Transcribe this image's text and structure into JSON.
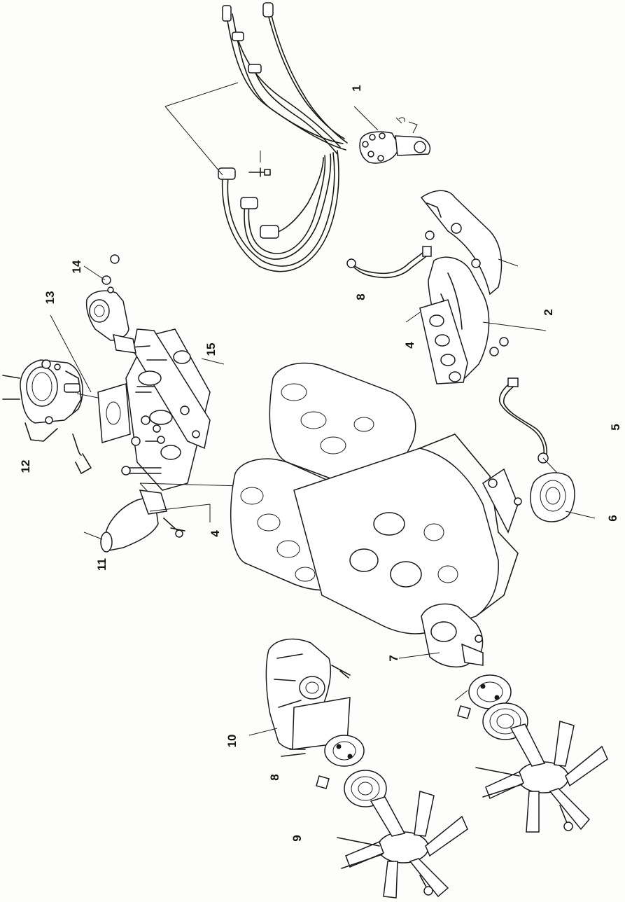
{
  "callouts": [
    {
      "id": "c1",
      "text": "1"
    },
    {
      "id": "c2",
      "text": "2"
    },
    {
      "id": "c4a",
      "text": "4"
    },
    {
      "id": "c4b",
      "text": "4"
    },
    {
      "id": "c5",
      "text": "5"
    },
    {
      "id": "c6",
      "text": "6"
    },
    {
      "id": "c7",
      "text": "7"
    },
    {
      "id": "c8a",
      "text": "8"
    },
    {
      "id": "c8b",
      "text": "8"
    },
    {
      "id": "c9",
      "text": "9"
    },
    {
      "id": "c10",
      "text": "10"
    },
    {
      "id": "c11",
      "text": "11"
    },
    {
      "id": "c12",
      "text": "12"
    },
    {
      "id": "c13",
      "text": "13"
    },
    {
      "id": "c14",
      "text": "14"
    },
    {
      "id": "c15",
      "text": "15"
    }
  ],
  "parts": [
    {
      "id": "ignition-wires",
      "icon": "ignition-wire-harness-icon"
    },
    {
      "id": "distributor",
      "icon": "distributor-icon"
    },
    {
      "id": "exhaust-manifold",
      "icon": "exhaust-manifold-icon"
    },
    {
      "id": "intake-manifold",
      "icon": "intake-manifold-icon"
    },
    {
      "id": "engine-block",
      "icon": "engine-block-icon"
    },
    {
      "id": "water-pump",
      "icon": "water-pump-icon"
    },
    {
      "id": "fan",
      "icon": "cooling-fan-icon"
    }
  ]
}
